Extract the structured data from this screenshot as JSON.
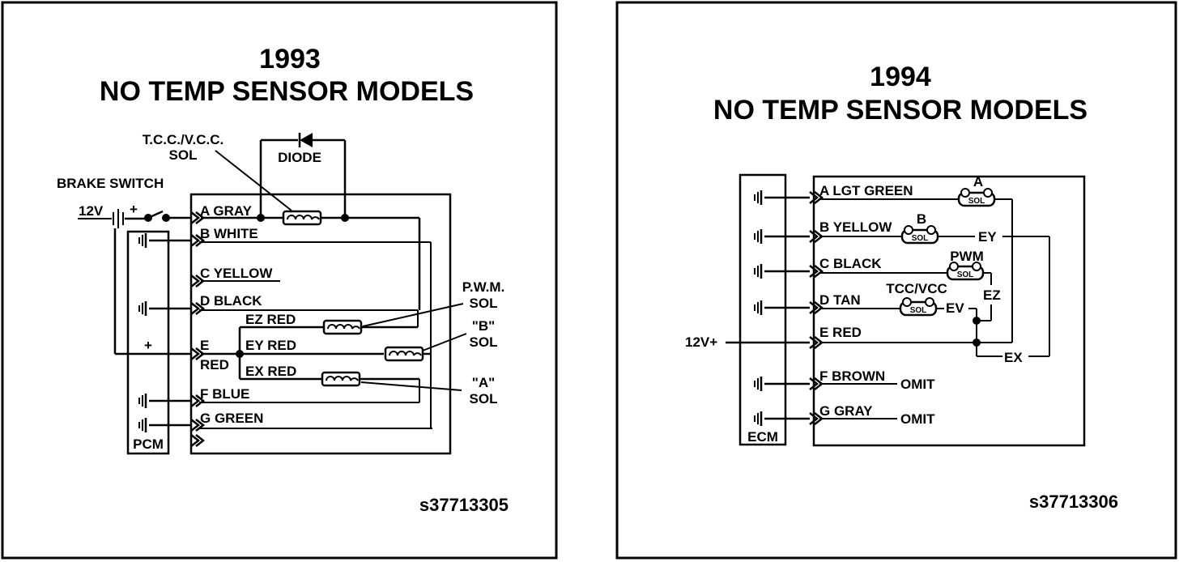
{
  "left": {
    "title_year": "1993",
    "title_sub": "NO TEMP SENSOR MODELS",
    "code": "s37713305",
    "module": "PCM",
    "brake_switch": "BRAKE SWITCH",
    "supply": "12V",
    "tcc_line1": "T.C.C./V.C.C.",
    "tcc_line2": "SOL",
    "diode": "DIODE",
    "pins": {
      "a": "A GRAY",
      "b": "B WHITE",
      "c": "C YELLOW",
      "d": "D BLACK",
      "e1": "E",
      "e2": "RED",
      "f": "F BLUE",
      "g": "G GREEN"
    },
    "ez": "EZ RED",
    "ey": "EY RED",
    "ex": "EX RED",
    "plus": "+",
    "pwm1": "P.W.M.",
    "pwm2": "SOL",
    "bsol1": "\"B\"",
    "bsol2": "SOL",
    "asol1": "\"A\"",
    "asol2": "SOL"
  },
  "right": {
    "title_year": "1994",
    "title_sub": "NO TEMP SENSOR MODELS",
    "code": "s37713306",
    "module": "ECM",
    "supply": "12V+",
    "pins": {
      "a": "A LGT GREEN",
      "b": "B YELLOW",
      "c": "C BLACK",
      "d": "D TAN",
      "e": "E  RED",
      "f": "F BROWN",
      "g": "G GRAY"
    },
    "sol_a": "A",
    "sol_b": "B",
    "pwm": "PWM",
    "tcc": "TCC/VCC",
    "ey": "EY",
    "ez": "EZ",
    "ev": "EV",
    "ex": "EX",
    "omit_f": "OMIT",
    "omit_g": "OMIT"
  }
}
